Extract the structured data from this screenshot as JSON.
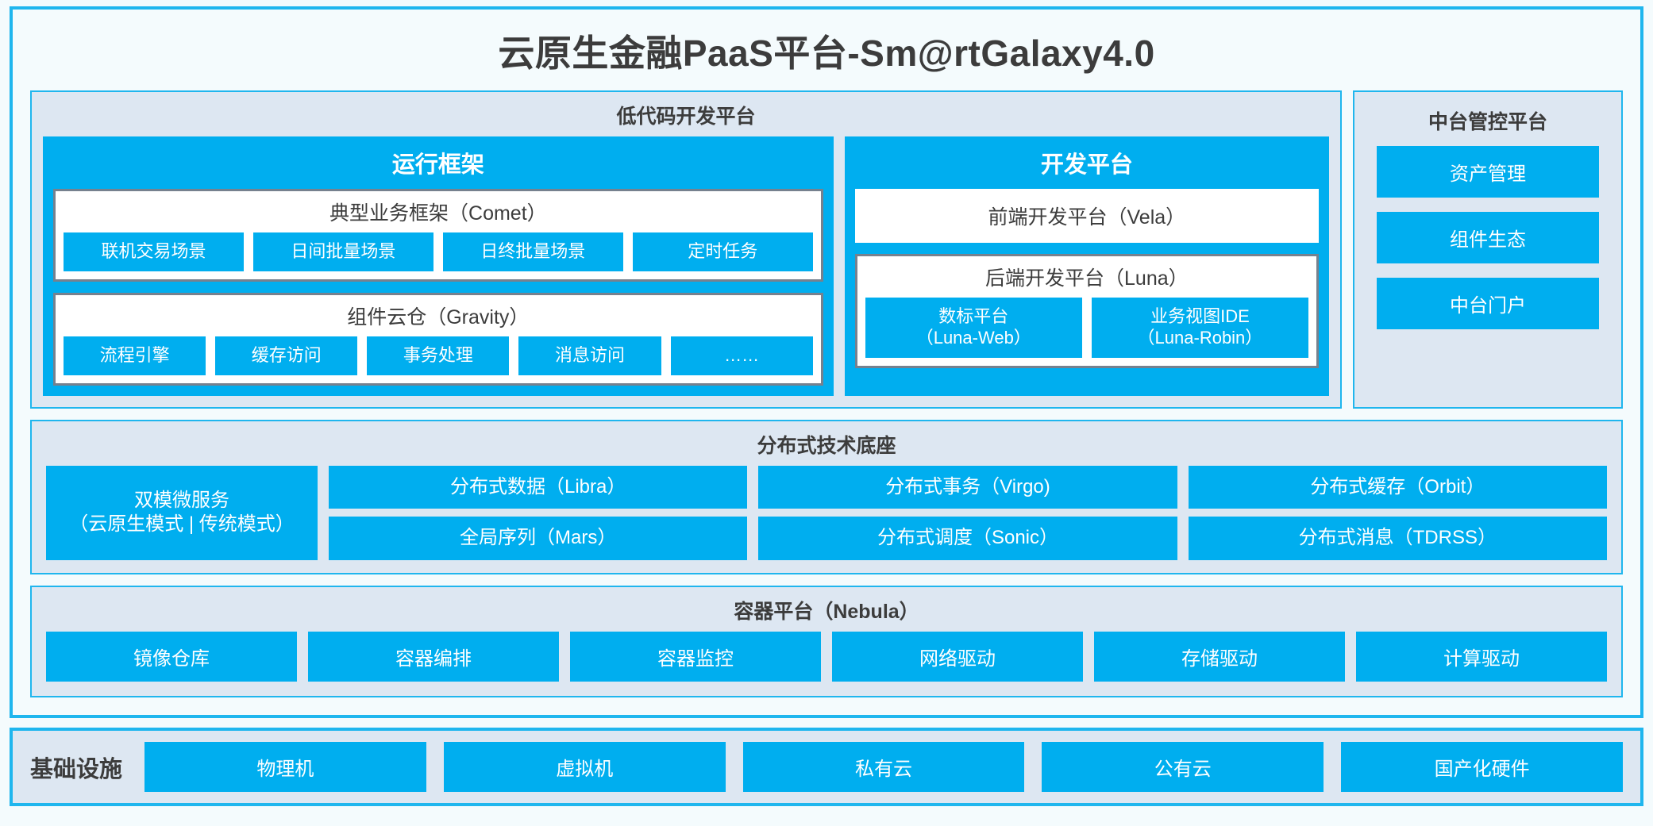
{
  "app": {
    "title": "云原生金融PaaS平台-Sm@rtGalaxy4.0"
  },
  "colors": {
    "accent_blue": "#00aeef",
    "frame_blue": "#1fb6ee",
    "panel_fill": "#dde7f2",
    "canvas": "#f4fbfd",
    "box_border_grey": "#76818e",
    "text_dark": "#3c3c3c",
    "text_light": "#ffffff"
  },
  "lowcode": {
    "title": "低代码开发平台",
    "runtime": {
      "title": "运行框架",
      "comet": {
        "title": "典型业务框架（Comet）",
        "items": [
          {
            "label": "联机交易场景"
          },
          {
            "label": "日间批量场景"
          },
          {
            "label": "日终批量场景"
          },
          {
            "label": "定时任务"
          }
        ]
      },
      "gravity": {
        "title": "组件云仓（Gravity）",
        "items": [
          {
            "label": "流程引擎"
          },
          {
            "label": "缓存访问"
          },
          {
            "label": "事务处理"
          },
          {
            "label": "消息访问"
          },
          {
            "label": "……"
          }
        ]
      }
    },
    "devplatform": {
      "title": "开发平台",
      "frontend": {
        "label": "前端开发平台（Vela）"
      },
      "backend": {
        "title": "后端开发平台（Luna）",
        "items": [
          {
            "label": "数标平台",
            "sub": "（Luna-Web）"
          },
          {
            "label": "业务视图IDE",
            "sub": "（Luna-Robin）"
          }
        ]
      }
    }
  },
  "control_platform": {
    "title": "中台管控平台",
    "items": [
      {
        "label": "资产管理"
      },
      {
        "label": "组件生态"
      },
      {
        "label": "中台门户"
      }
    ]
  },
  "tech_base": {
    "title": "分布式技术底座",
    "microservice": {
      "line1": "双模微服务",
      "line2": "（云原生模式 | 传统模式）"
    },
    "columns": [
      {
        "items": [
          {
            "label": "分布式数据（Libra）"
          },
          {
            "label": "全局序列（Mars）"
          }
        ]
      },
      {
        "items": [
          {
            "label": "分布式事务（Virgo)"
          },
          {
            "label": "分布式调度（Sonic）"
          }
        ]
      },
      {
        "items": [
          {
            "label": "分布式缓存（Orbit）"
          },
          {
            "label": "分布式消息（TDRSS）"
          }
        ]
      }
    ]
  },
  "container_platform": {
    "title": "容器平台（Nebula）",
    "items": [
      {
        "label": "镜像仓库"
      },
      {
        "label": "容器编排"
      },
      {
        "label": "容器监控"
      },
      {
        "label": "网络驱动"
      },
      {
        "label": "存储驱动"
      },
      {
        "label": "计算驱动"
      }
    ]
  },
  "infrastructure": {
    "label": "基础设施",
    "items": [
      {
        "label": "物理机"
      },
      {
        "label": "虚拟机"
      },
      {
        "label": "私有云"
      },
      {
        "label": "公有云"
      },
      {
        "label": "国产化硬件"
      }
    ]
  }
}
